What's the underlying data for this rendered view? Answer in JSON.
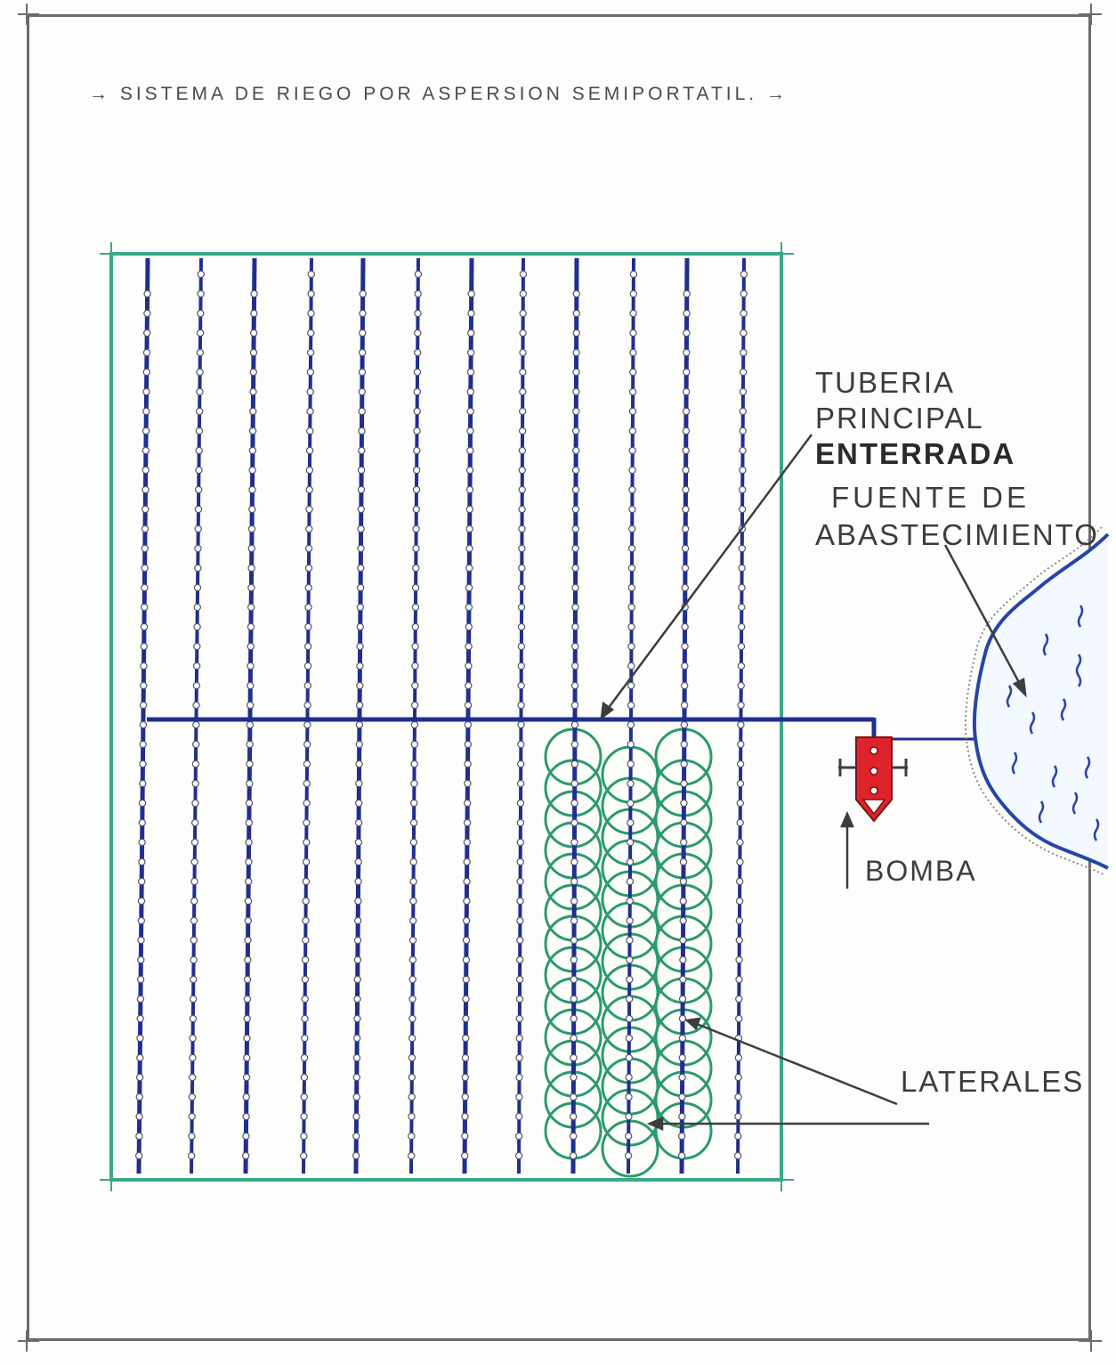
{
  "title": "→ SISTEMA DE RIEGO POR ASPERSION SEMIPORTATIL. →",
  "labels": {
    "tuberia_line1": "TUBERIA",
    "tuberia_line2": "PRINCIPAL",
    "tuberia_line3": "ENTERRADA",
    "fuente_line1": "FUENTE DE",
    "fuente_line2": "ABASTECIMIENTO",
    "bomba": "BOMBA",
    "laterales": "LATERALES"
  },
  "colors": {
    "field_border": "#3aa88a",
    "pipe": "#1f2f8f",
    "sprinkler_circle": "#2b9a6e",
    "pump": "#e0222c",
    "water_edge": "#2745a8",
    "frame": "#6b6b6b",
    "leader": "#3d3d3d"
  },
  "icons": {
    "pump": "pump-icon",
    "water": "water-source-icon"
  }
}
